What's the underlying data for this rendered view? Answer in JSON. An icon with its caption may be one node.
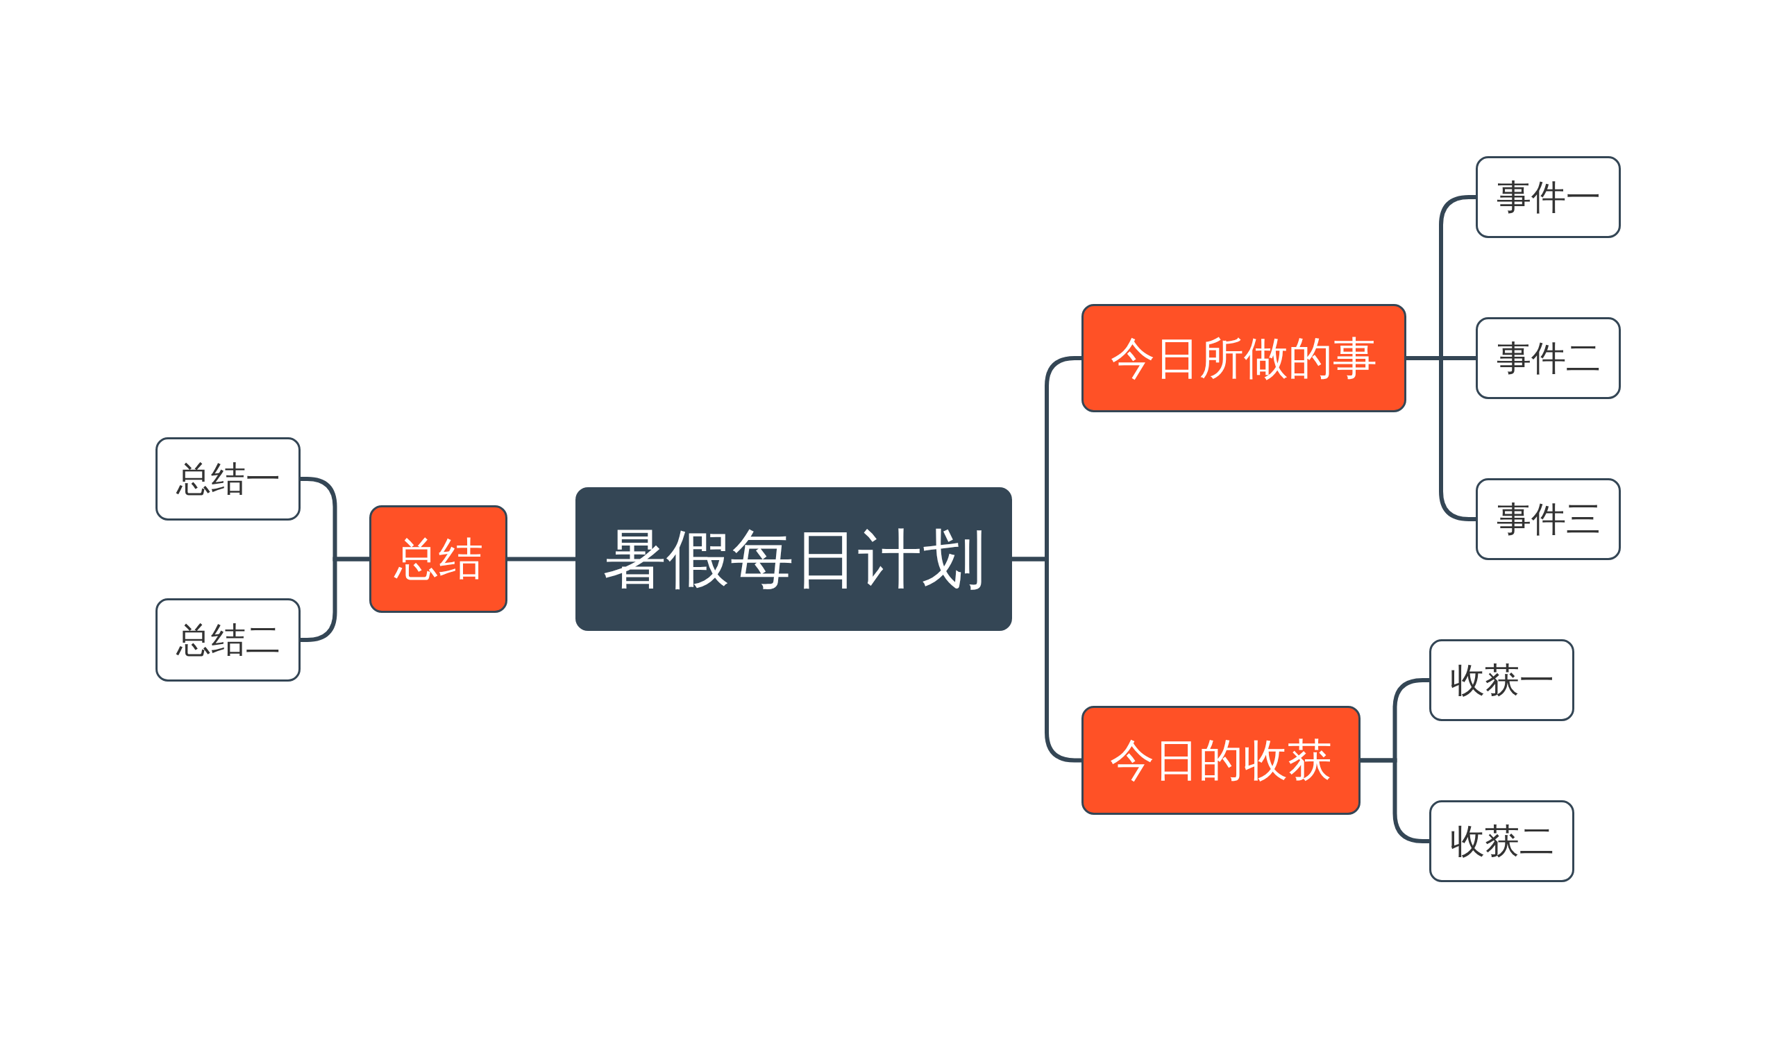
{
  "diagram": {
    "nodes": [
      {
        "text": [
          "暑假每日计划"
        ]
      },
      {
        "text": [
          "总结"
        ]
      },
      {
        "text": [
          "总结一"
        ]
      },
      {
        "text": [
          "总结二"
        ]
      },
      {
        "text": [
          "今日所做的事"
        ]
      },
      {
        "text": [
          "事件一"
        ]
      },
      {
        "text": [
          "事件二"
        ]
      },
      {
        "text": [
          "事件三"
        ]
      },
      {
        "text": [
          "今日的收获"
        ]
      },
      {
        "text": [
          "收获一"
        ]
      },
      {
        "text": [
          "收获二"
        ]
      }
    ],
    "edges": [
      {
        "from": 0,
        "to": 1,
        "arrow": "none"
      },
      {
        "from": 1,
        "to": 2,
        "arrow": "none"
      },
      {
        "from": 1,
        "to": 3,
        "arrow": "none"
      },
      {
        "from": 0,
        "to": 4,
        "arrow": "none"
      },
      {
        "from": 0,
        "to": 8,
        "arrow": "none"
      },
      {
        "from": 4,
        "to": 5,
        "arrow": "none"
      },
      {
        "from": 4,
        "to": 6,
        "arrow": "none"
      },
      {
        "from": 4,
        "to": 7,
        "arrow": "none"
      },
      {
        "from": 8,
        "to": 9,
        "arrow": "none"
      },
      {
        "from": 8,
        "to": 10,
        "arrow": "none"
      }
    ]
  }
}
